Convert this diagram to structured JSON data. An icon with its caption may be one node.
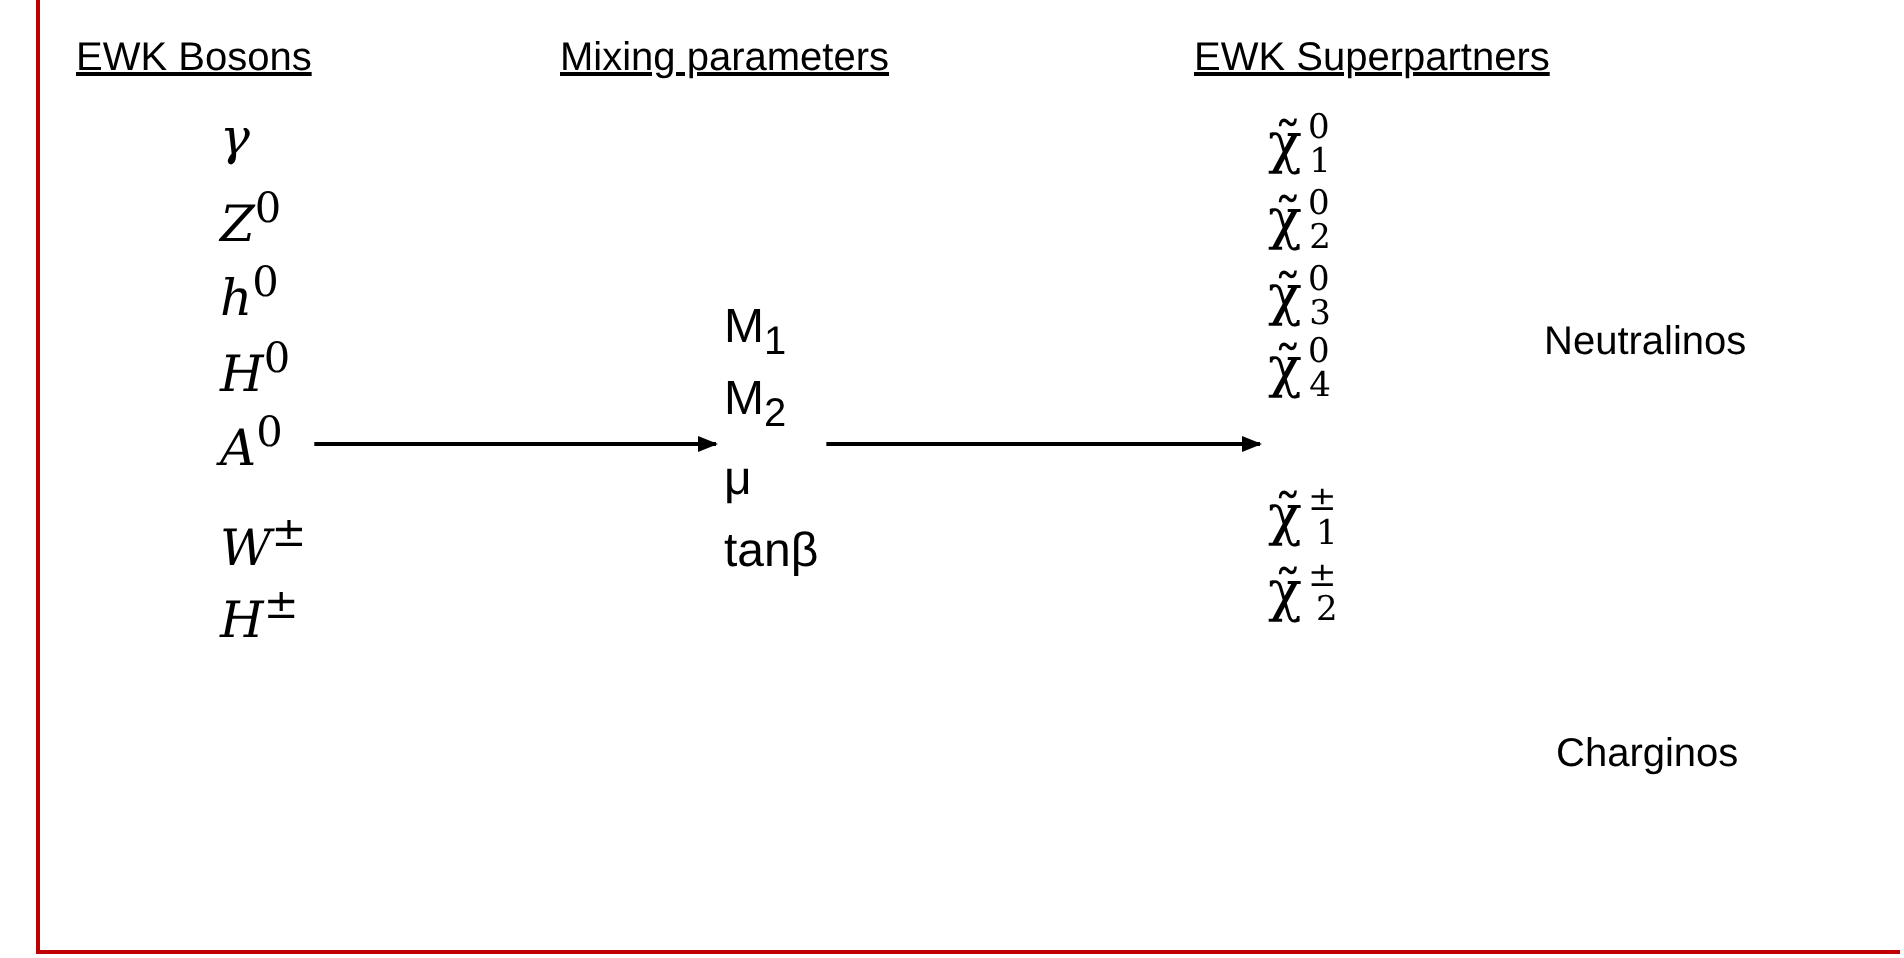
{
  "diagram": {
    "nodes": [
      {
        "text": [
          "*γ*",
          "*Z*$^{0}$",
          "*h*$^{0}$",
          "*H*$^{0}$",
          "*A*$^{0}$",
          "*W*$^{±}$",
          "*H*$^{±}$"
        ]
      },
      {
        "text": [
          "M$_{1}$",
          "M$_{2}$",
          "μ",
          "tanβ"
        ]
      },
      {
        "text": [
          "χ̃$^{0}$$_{1}$",
          "χ̃$^{0}$$_{2}$",
          "χ̃$^{0}$$_{3}$",
          "χ̃$^{0}$$_{4}$",
          "χ̃$^{±}$$_{1}$",
          "χ̃$^{±}$$_{2}$"
        ]
      }
    ],
    "edges": [
      {
        "from": 0,
        "to": 1,
        "arrow": "to"
      },
      {
        "from": 1,
        "to": 2,
        "arrow": "to"
      }
    ],
    "labels": [
      "EWK Bosons",
      "Mixing parameters",
      "EWK Superpartners",
      "Neutralinos",
      "Charginos"
    ]
  }
}
